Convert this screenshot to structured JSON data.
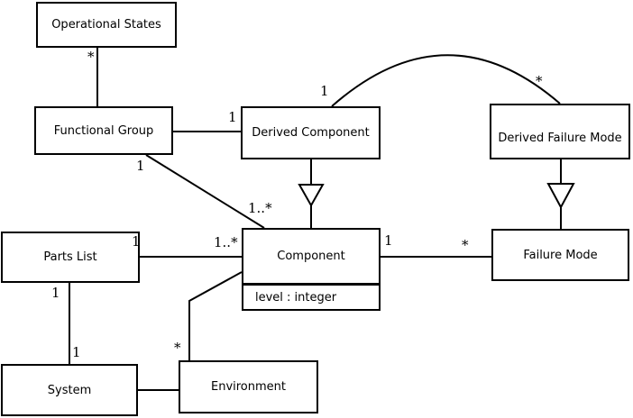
{
  "diagram": {
    "title": "FMEA domain UML class diagram",
    "background_color": "#ffffff",
    "line_color": "#000000",
    "classes": [
      {
        "id": "operational-states",
        "name": "Operational States"
      },
      {
        "id": "functional-group",
        "name": "Functional Group"
      },
      {
        "id": "derived-component",
        "name": "Derived Component"
      },
      {
        "id": "derived-failure-mode",
        "name": "Derived Failure Mode"
      },
      {
        "id": "parts-list",
        "name": "Parts List"
      },
      {
        "id": "component",
        "name": "Component",
        "attributes": [
          "level : integer"
        ]
      },
      {
        "id": "failure-mode",
        "name": "Failure Mode"
      },
      {
        "id": "system",
        "name": "System"
      },
      {
        "id": "environment",
        "name": "Environment"
      }
    ],
    "labels": [
      {
        "text": "*",
        "edge": "operational-states--functional-group",
        "end": "operational-states"
      },
      {
        "text": "1",
        "edge": "functional-group--derived-component",
        "end": "derived-component"
      },
      {
        "text": "1",
        "edge": "functional-group--component",
        "end": "functional-group"
      },
      {
        "text": "1..*",
        "edge": "functional-group--component",
        "end": "component"
      },
      {
        "text": "1",
        "edge": "derived-component--derived-failure-mode",
        "end": "derived-component"
      },
      {
        "text": "*",
        "edge": "derived-component--derived-failure-mode",
        "end": "derived-failure-mode"
      },
      {
        "text": "1",
        "edge": "parts-list--component",
        "end": "parts-list"
      },
      {
        "text": "1..*",
        "edge": "parts-list--component",
        "end": "component"
      },
      {
        "text": "1",
        "edge": "component--failure-mode",
        "end": "component"
      },
      {
        "text": "*",
        "edge": "component--failure-mode",
        "end": "failure-mode"
      },
      {
        "text": "1",
        "edge": "parts-list--system",
        "end": "parts-list"
      },
      {
        "text": "1",
        "edge": "parts-list--system",
        "end": "system"
      },
      {
        "text": "*",
        "edge": "component--environment",
        "end": "environment"
      }
    ]
  }
}
